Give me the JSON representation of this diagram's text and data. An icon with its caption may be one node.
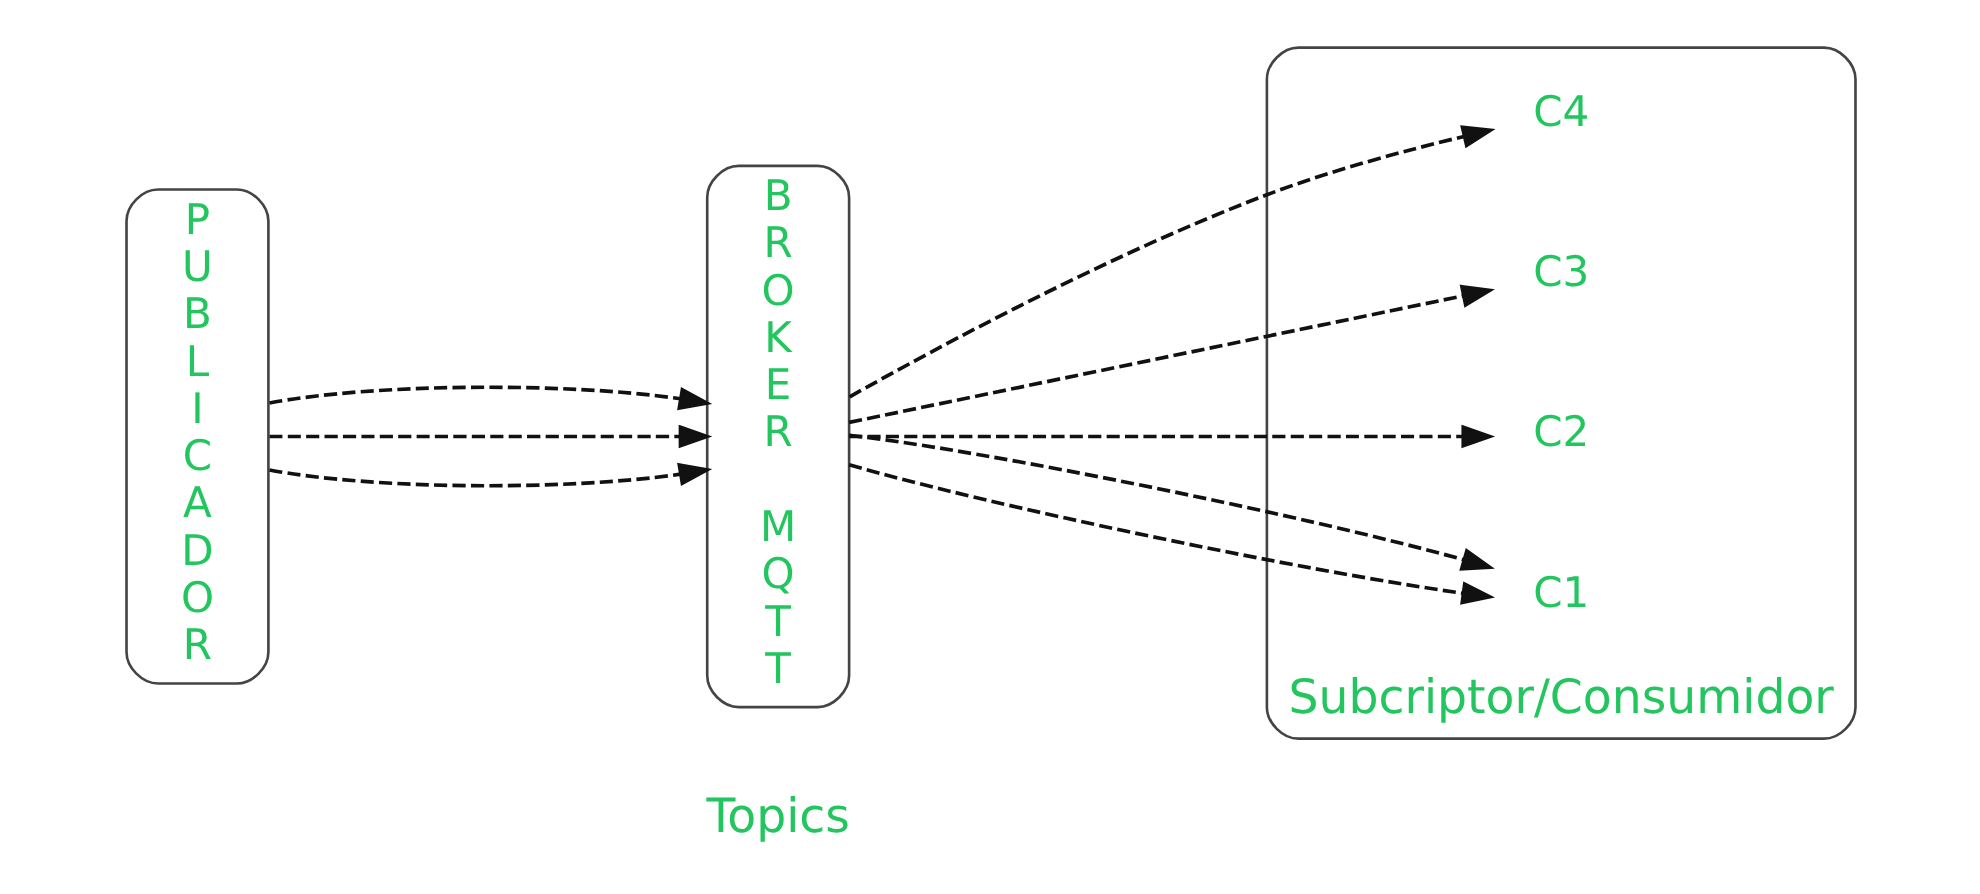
{
  "diagram": {
    "nodes": [
      {
        "text": [
          "PUBLICADOR"
        ]
      },
      {
        "text": [
          "BROKER MQTT"
        ]
      },
      {
        "text": [
          "Subcriptor/Consumidor"
        ]
      },
      {
        "text": [
          "C1"
        ],
        "in": 2
      },
      {
        "text": [
          "C2"
        ],
        "in": 2
      },
      {
        "text": [
          "C3"
        ],
        "in": 2
      },
      {
        "text": [
          "C4"
        ],
        "in": 2
      }
    ],
    "edges": [
      {
        "from": 0,
        "to": 1,
        "arrow": "to",
        "style": "dashed"
      },
      {
        "from": 0,
        "to": 1,
        "arrow": "to",
        "style": "dashed"
      },
      {
        "from": 0,
        "to": 1,
        "arrow": "to",
        "style": "dashed"
      },
      {
        "from": 1,
        "to": 3,
        "arrow": "to",
        "style": "dashed"
      },
      {
        "from": 1,
        "to": 3,
        "arrow": "to",
        "style": "dashed"
      },
      {
        "from": 1,
        "to": 4,
        "arrow": "to",
        "style": "dashed"
      },
      {
        "from": 1,
        "to": 5,
        "arrow": "to",
        "style": "dashed"
      },
      {
        "from": 1,
        "to": 6,
        "arrow": "to",
        "style": "dashed"
      }
    ],
    "labels": [
      "Topics"
    ]
  }
}
